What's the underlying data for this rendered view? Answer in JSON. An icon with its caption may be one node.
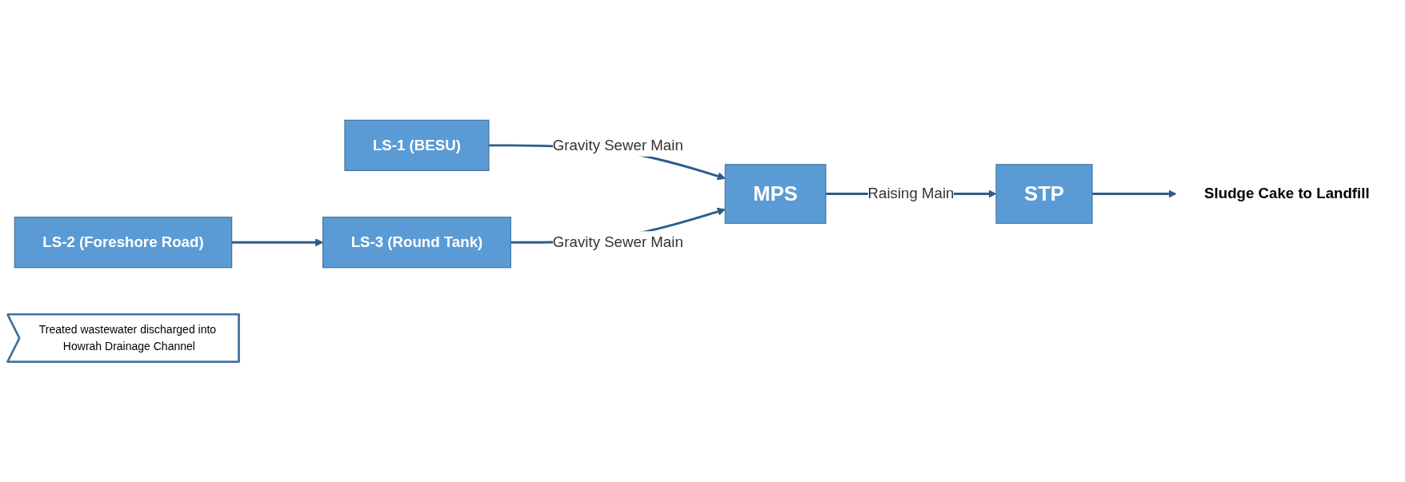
{
  "diagram": {
    "nodes": [
      {
        "text": [
          "LS-1 (BESU)"
        ]
      },
      {
        "text": [
          "LS-2 (Foreshore Road)"
        ]
      },
      {
        "text": [
          "LS-3 (Round Tank)"
        ]
      },
      {
        "text": [
          "MPS"
        ]
      },
      {
        "text": [
          "STP"
        ]
      },
      {
        "text": [
          "Treated wastewater discharged into Howrah Drainage Channel"
        ]
      },
      {
        "text": [
          "Sludge Cake to Landfill"
        ]
      }
    ],
    "edges": [
      {
        "from": 0,
        "to": 3,
        "arrow": "to",
        "label": "Gravity Sewer Main"
      },
      {
        "from": 1,
        "to": 2,
        "arrow": "to"
      },
      {
        "from": 2,
        "to": 3,
        "arrow": "to",
        "label": "Gravity Sewer Main"
      },
      {
        "from": 3,
        "to": 4,
        "arrow": "to",
        "label": "Raising Main"
      },
      {
        "from": 4,
        "to": 6,
        "arrow": "to"
      }
    ]
  }
}
